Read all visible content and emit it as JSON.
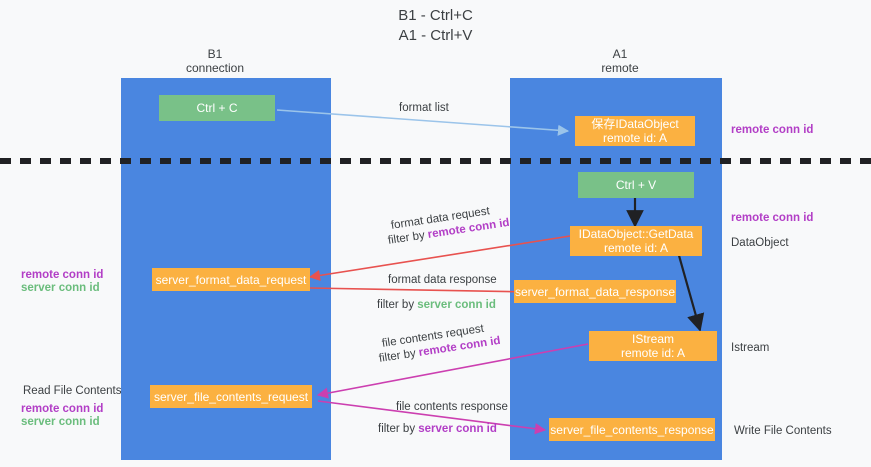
{
  "title": {
    "line1": "B1 - Ctrl+C",
    "line2": "A1 - Ctrl+V"
  },
  "columns": [
    {
      "name": "B1",
      "sub": "connection"
    },
    {
      "name": "A1",
      "sub": "remote"
    }
  ],
  "colors": {
    "lane": "#4a86e0",
    "green_box": "#79c188",
    "orange_box": "#fbb141",
    "purple_text": "#b23ec6",
    "green_text": "#6bbd7d",
    "blue_arrow": "#9bc4ea",
    "red_arrow": "#e8524f",
    "magenta_arrow": "#cc3fb0",
    "black_arrow": "#202124",
    "divider": "#202124",
    "background": "#f8f9fa"
  },
  "boxes": {
    "ctrl_c": {
      "line1": "Ctrl + C",
      "line2": ""
    },
    "save_idataobject": {
      "line1": "保存IDataObject",
      "line2": "remote id: A"
    },
    "ctrl_v": {
      "line1": "Ctrl + V",
      "line2": ""
    },
    "getdata": {
      "line1": "IDataObject::GetData",
      "line2": "remote id: A"
    },
    "server_format_data_request": {
      "line1": "server_format_data_request",
      "line2": ""
    },
    "server_format_data_response": {
      "line1": "server_format_data_response",
      "line2": ""
    },
    "istream": {
      "line1": "IStream",
      "line2": "remote id: A"
    },
    "server_file_contents_request": {
      "line1": "server_file_contents_request",
      "line2": ""
    },
    "server_file_contents_response": {
      "line1": "server_file_contents_response",
      "line2": ""
    }
  },
  "edge_labels": {
    "format_list": "format list",
    "format_data_request": "format data request",
    "format_data_request_filter_prefix": "filter by ",
    "format_data_request_filter_key": "remote conn id",
    "format_data_response": "format data response",
    "format_data_response_filter_prefix": "filter by ",
    "format_data_response_filter_key": "server conn id",
    "file_contents_request": "file contents request",
    "file_contents_request_filter_prefix": "filter by ",
    "file_contents_request_filter_key": "remote conn id",
    "file_contents_response": "file contents response",
    "file_contents_response_filter_prefix": "filter by ",
    "file_contents_response_filter_key": "server conn id"
  },
  "left_notes": {
    "pair1_remote": "remote conn id",
    "pair1_server": "server conn id",
    "read_file_contents": "Read File Contents",
    "pair2_remote": "remote conn id",
    "pair2_server": "server conn id"
  },
  "right_notes": {
    "remote_conn_id_top": "remote conn id",
    "remote_conn_id_mid": "remote conn id",
    "data_object": "DataObject",
    "istream": "Istream",
    "write_file_contents": "Write File Contents"
  }
}
